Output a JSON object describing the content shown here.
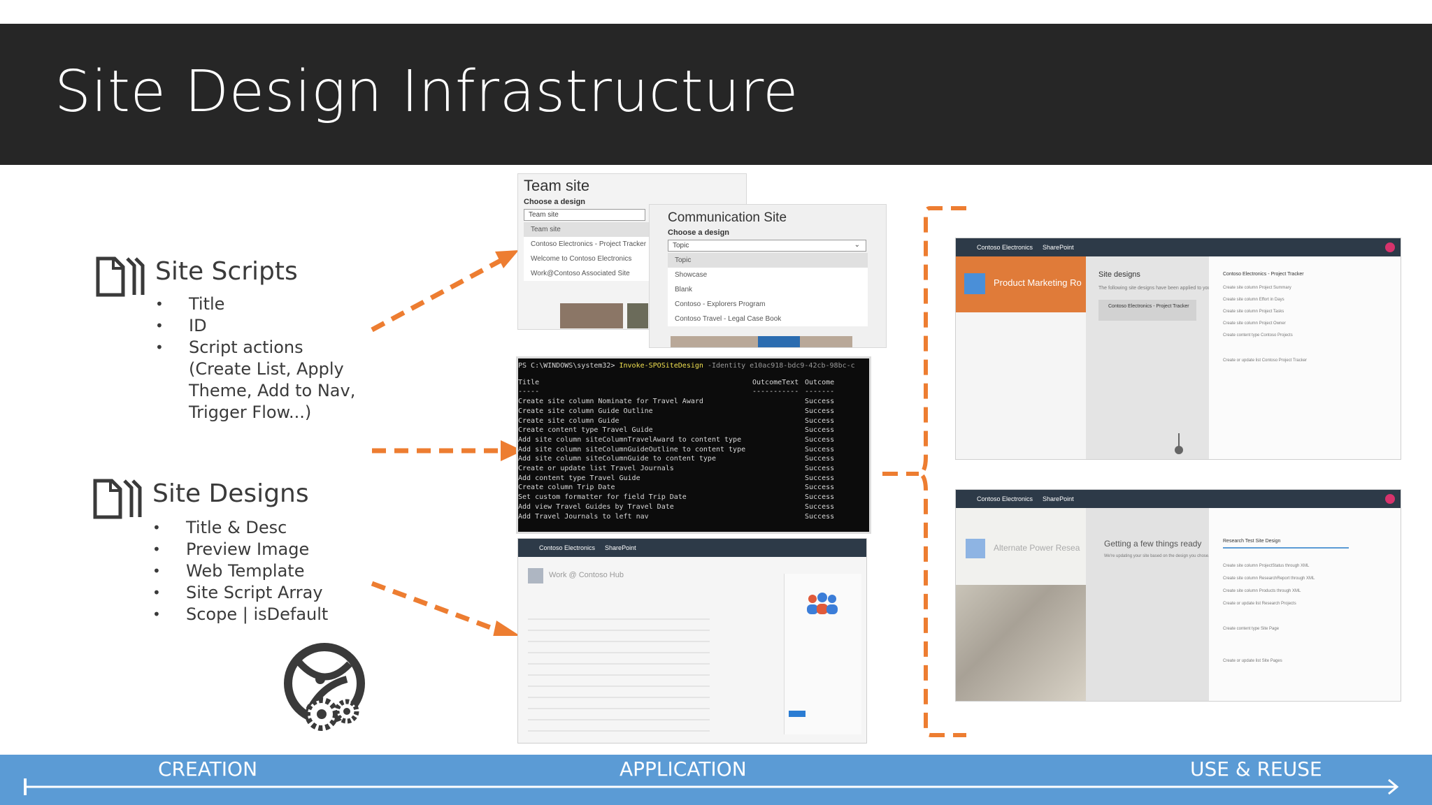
{
  "slide": {
    "title": "Site Design Infrastructure"
  },
  "site_scripts": {
    "heading": "Site Scripts",
    "items": [
      "Title",
      "ID",
      "Script actions",
      "(Create List, Apply",
      "Theme, Add to Nav,",
      "Trigger Flow...)"
    ]
  },
  "site_designs": {
    "heading": "Site Designs",
    "items": [
      "Title & Desc",
      "Preview Image",
      "Web Template",
      "Site Script Array",
      "Scope | isDefault"
    ]
  },
  "team_site_panel": {
    "title": "Team site",
    "choose": "Choose a design",
    "field": "Team site",
    "options": [
      "Team site",
      "Contoso Electronics - Project Tracker",
      "Welcome to Contoso Electronics",
      "Work@Contoso Associated Site"
    ]
  },
  "comm_site_panel": {
    "title": "Communication Site",
    "choose": "Choose a design",
    "field": "Topic",
    "options": [
      "Topic",
      "Showcase",
      "Blank",
      "Contoso - Explorers Program",
      "Contoso Travel - Legal Case Book"
    ]
  },
  "terminal": {
    "prompt": "PS C:\\WINDOWS\\system32> ",
    "command": "Invoke-SPOSiteDesign",
    "args": " -Identity e10ac918-bdc9-42cb-98bc-c",
    "headers": [
      "Title",
      "OutcomeText",
      "Outcome"
    ],
    "rules": [
      "-----",
      "-----------",
      "-------"
    ],
    "rows": [
      {
        "title": "Create site column Nominate for Travel Award",
        "outcome": "Success"
      },
      {
        "title": "Create site column Guide Outline",
        "outcome": "Success"
      },
      {
        "title": "Create site column Guide",
        "outcome": "Success"
      },
      {
        "title": "Create content type Travel Guide",
        "outcome": "Success"
      },
      {
        "title": "Add site column siteColumnTravelAward to content type",
        "outcome": "Success"
      },
      {
        "title": "Add site column siteColumnGuideOutline to content type",
        "outcome": "Success"
      },
      {
        "title": "Add site column siteColumnGuide to content type",
        "outcome": "Success"
      },
      {
        "title": "Create or update list Travel Journals",
        "outcome": "Success"
      },
      {
        "title": "Add content type Travel Guide",
        "outcome": "Success"
      },
      {
        "title": "Create column Trip Date",
        "outcome": "Success"
      },
      {
        "title": "Set custom formatter for field Trip Date",
        "outcome": "Success"
      },
      {
        "title": "Add view Travel Guides by Travel Date",
        "outcome": "Success"
      },
      {
        "title": "Add Travel Journals to left nav",
        "outcome": "Success"
      }
    ]
  },
  "sp_shot_bottom": {
    "brand": "Contoso Electronics",
    "app": "SharePoint",
    "site": "Work @ Contoso Hub"
  },
  "right_top": {
    "brand": "Contoso Electronics",
    "app": "SharePoint",
    "site": "Product Marketing Ro",
    "pane_title": "Site designs",
    "pane_sub": "The following site designs have been applied to your site",
    "design": "Contoso Electronics - Project Tracker",
    "log_title": "Contoso Electronics - Project Tracker",
    "log_items": [
      "Create site column Project Summary",
      "Create site column Effort in Days",
      "Create site column Project Tasks",
      "Create site column Project Owner",
      "Create content type Contoso Projects",
      "Create or update list Contoso Project Tracker"
    ]
  },
  "right_bottom": {
    "brand": "Contoso Electronics",
    "app": "SharePoint",
    "site": "Alternate Power Resea",
    "pane_title": "Getting a few things ready",
    "pane_sub": "We're updating your site based on the design you chose.",
    "log_title": "Research Test Site Design",
    "log_items": [
      "Create site column ProjectStatus through XML",
      "Create site column ResearchReport through XML",
      "Create site column Products through XML",
      "Create or update list Research Projects",
      "Create content type Site Page",
      "Create or update list Site Pages"
    ]
  },
  "timeline": {
    "phases": [
      "CREATION",
      "APPLICATION",
      "USE & REUSE"
    ]
  },
  "colors": {
    "title_bar": "#262626",
    "accent_arrow": "#ed7d31",
    "timeline": "#5b9bd5"
  }
}
